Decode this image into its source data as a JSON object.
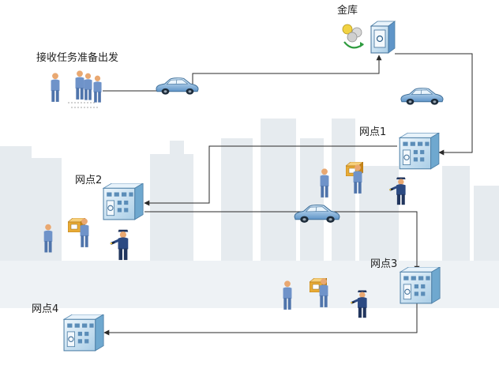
{
  "labels": {
    "vault": "金库",
    "depart": "接收任务准备出发",
    "branch1": "网点1",
    "branch2": "网点2",
    "branch3": "网点3",
    "branch4": "网点4"
  },
  "colors": {
    "route_line": "#2a2a2a",
    "building_front": "#c9e2f2",
    "building_side": "#6fa8cf",
    "car_body": "#9cc4e6",
    "uniform": "#2c4a82",
    "skin": "#e9a871",
    "suit": "#6f93c9",
    "box": "#e8ab35",
    "skyline": "#e6ebef"
  },
  "icons": {
    "vault": "vault-safe-icon",
    "building": "bank-branch-building-icon",
    "car": "car-icon",
    "guard": "security-guard-icon",
    "clerk": "clerk-person-icon",
    "cash_box": "cash-box-icon"
  }
}
